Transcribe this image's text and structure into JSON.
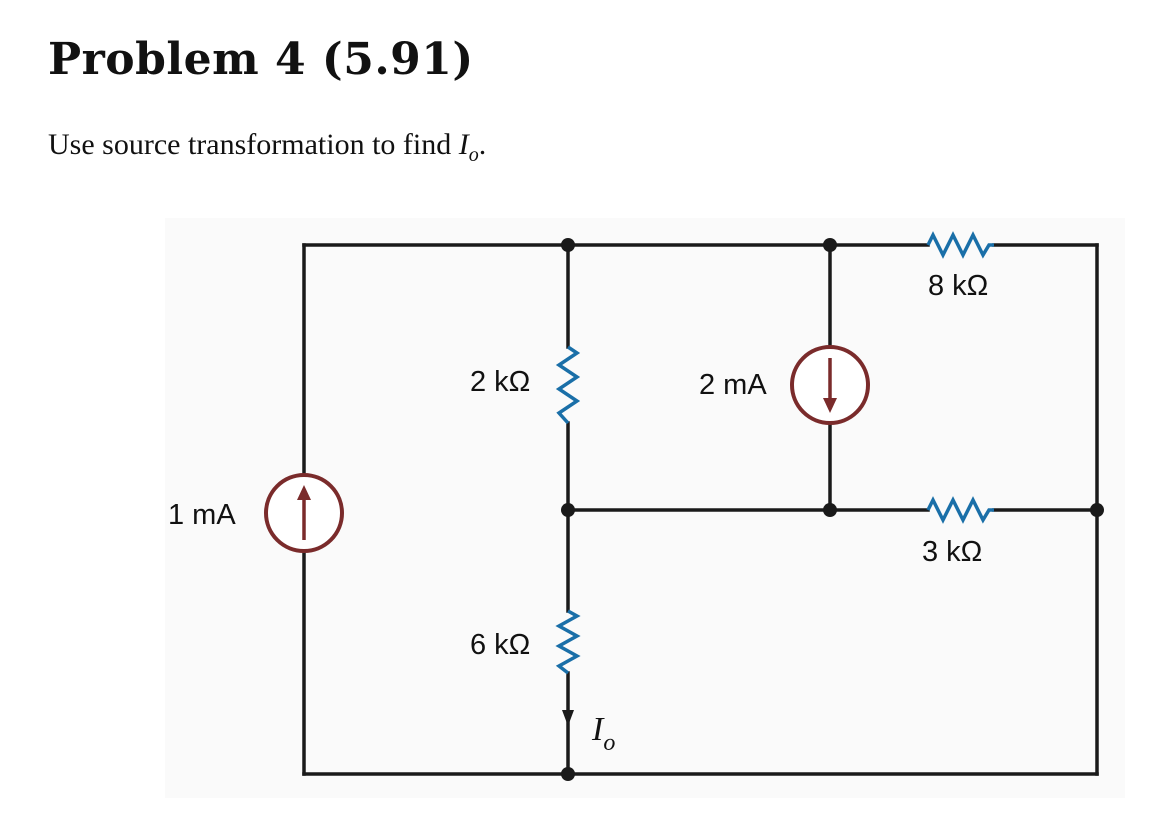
{
  "problem": {
    "title": "Problem 4 (5.91)",
    "prompt_text": "Use source transformation to find ",
    "prompt_var": "I",
    "prompt_sub": "o",
    "prompt_end": "."
  },
  "circuit": {
    "current_sources": [
      {
        "label": "1 mA",
        "direction": "up"
      },
      {
        "label": "2 mA",
        "direction": "down"
      }
    ],
    "resistors": [
      {
        "label": "2 kΩ"
      },
      {
        "label": "6 kΩ"
      },
      {
        "label": "8 kΩ"
      },
      {
        "label": "3 kΩ"
      }
    ],
    "output_current": {
      "var": "I",
      "sub": "o",
      "direction": "down"
    }
  },
  "colors": {
    "wire": "#1a1a1a",
    "resistor": "#1a6fa8",
    "source": "#7a2b2b",
    "background_panel": "#fafafa"
  }
}
